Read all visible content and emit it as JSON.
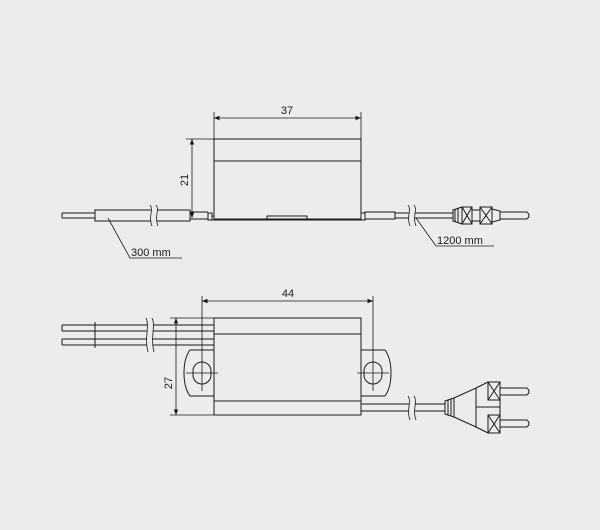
{
  "side_view": {
    "width_dim": "37",
    "height_dim": "21",
    "input_cable_length": "300 mm",
    "output_cable_length": "1200 mm"
  },
  "top_view": {
    "width_dim": "44",
    "height_dim": "27"
  },
  "colors": {
    "background": "#ececec",
    "line": "#1a1a1a"
  }
}
